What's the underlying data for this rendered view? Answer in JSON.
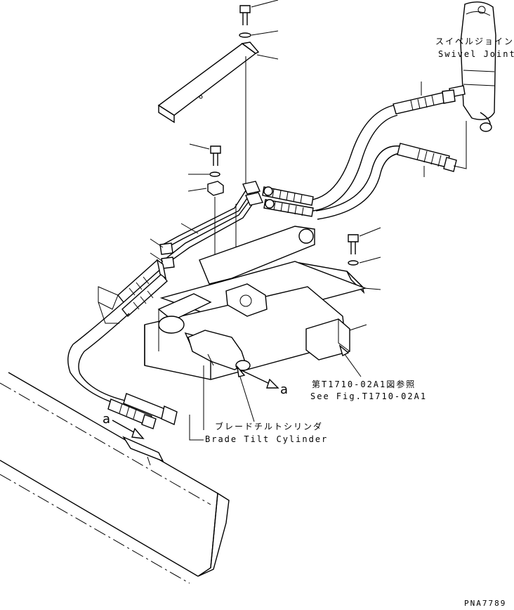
{
  "labels": {
    "swivel_jp": "スイベルジョイント",
    "swivel_en": "Swivel Joint",
    "seefig_jp": "第T1710-02A1図参照",
    "seefig_en": "See Fig.T1710-02A1",
    "cyl_jp": "ブレードチルトシリンダ",
    "cyl_en": "Brade Tilt Cylinder",
    "marker_a1": "a",
    "marker_a2": "a",
    "drawing_no": "PNA7789"
  }
}
